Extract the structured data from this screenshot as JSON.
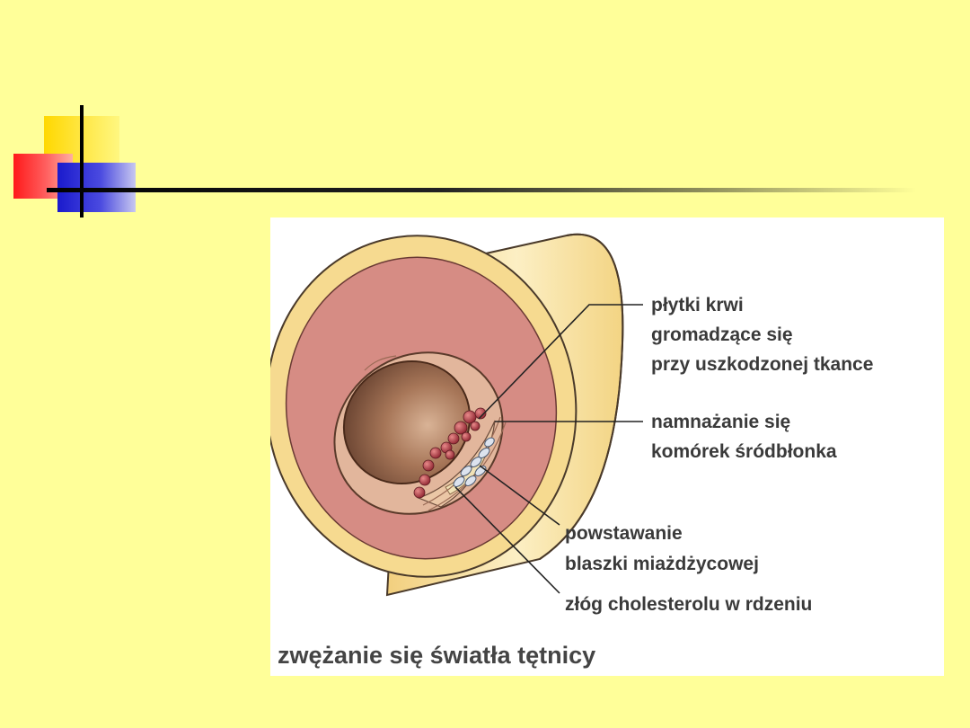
{
  "figure": {
    "labels": {
      "platelets": [
        "płytki krwi",
        "gromadzące się",
        "przy uszkodzonej tkance"
      ],
      "endothelium": [
        "namnażanie się",
        "komórek śródbłonka"
      ],
      "plaque": [
        "powstawanie",
        "blaszki miażdżycowej"
      ],
      "cholesterol": "złóg cholesterolu w rdzeniu"
    },
    "caption": "zwężanie się światła tętnicy"
  },
  "colors": {
    "background": "#FFFF99",
    "outer_wall": "#F7D98C",
    "media_layer": "#D48A82",
    "lumen": "#9A6A4E",
    "platelets": "#A8323A",
    "plaque_cells": "#DCE3EE"
  }
}
